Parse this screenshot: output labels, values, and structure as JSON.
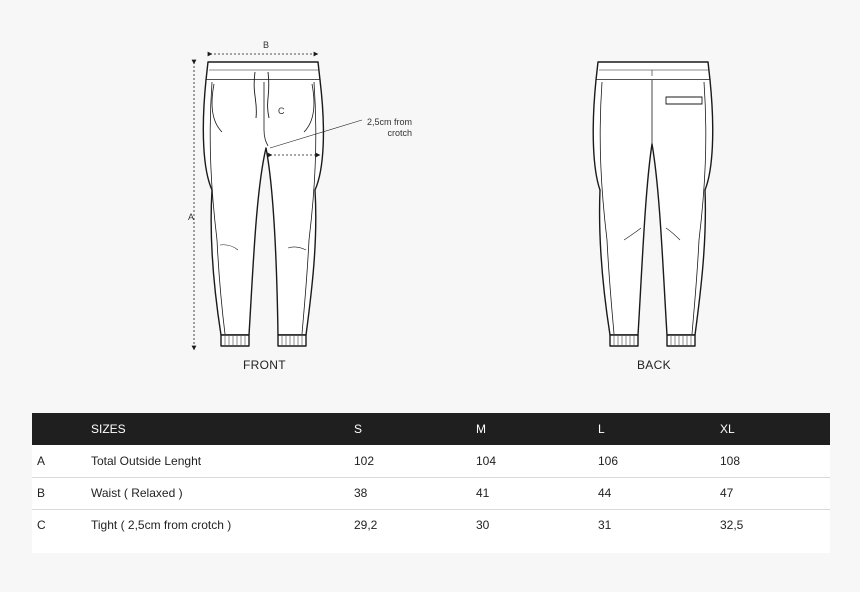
{
  "figure": {
    "front_caption": "FRONT",
    "back_caption": "BACK",
    "dim_a": "A",
    "dim_b": "B",
    "dim_c": "C",
    "note_line1": "2,5cm from",
    "note_line2": "crotch",
    "line_color": "#1a1a1a"
  },
  "table": {
    "header": [
      "",
      "SIZES",
      "S",
      "M",
      "L",
      "XL"
    ],
    "rows": [
      [
        "A",
        "Total Outside Lenght",
        "102",
        "104",
        "106",
        "108"
      ],
      [
        "B",
        "Waist ( Relaxed )",
        "38",
        "41",
        "44",
        "47"
      ],
      [
        "C",
        "Tight ( 2,5cm from crotch )",
        "29,2",
        "30",
        "31",
        "32,5"
      ]
    ],
    "header_bg": "#1f1f1f",
    "row_bg": "#ffffff"
  }
}
